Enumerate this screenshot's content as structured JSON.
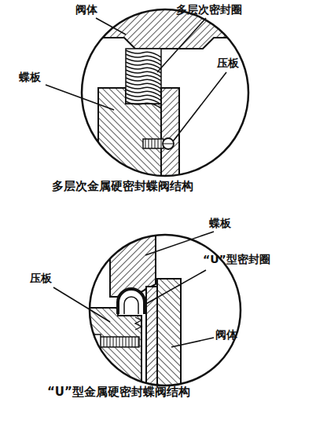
{
  "diagram": {
    "labels": [
      "阀体",
      "多层次密封圈",
      "蝶板",
      "压板",
      "多层次金属硬密封蝶阀结构",
      "蝶板",
      "“U”型密封圈",
      "压板",
      "阀体",
      "“U”型金属硬密封蝶阀结构"
    ]
  }
}
